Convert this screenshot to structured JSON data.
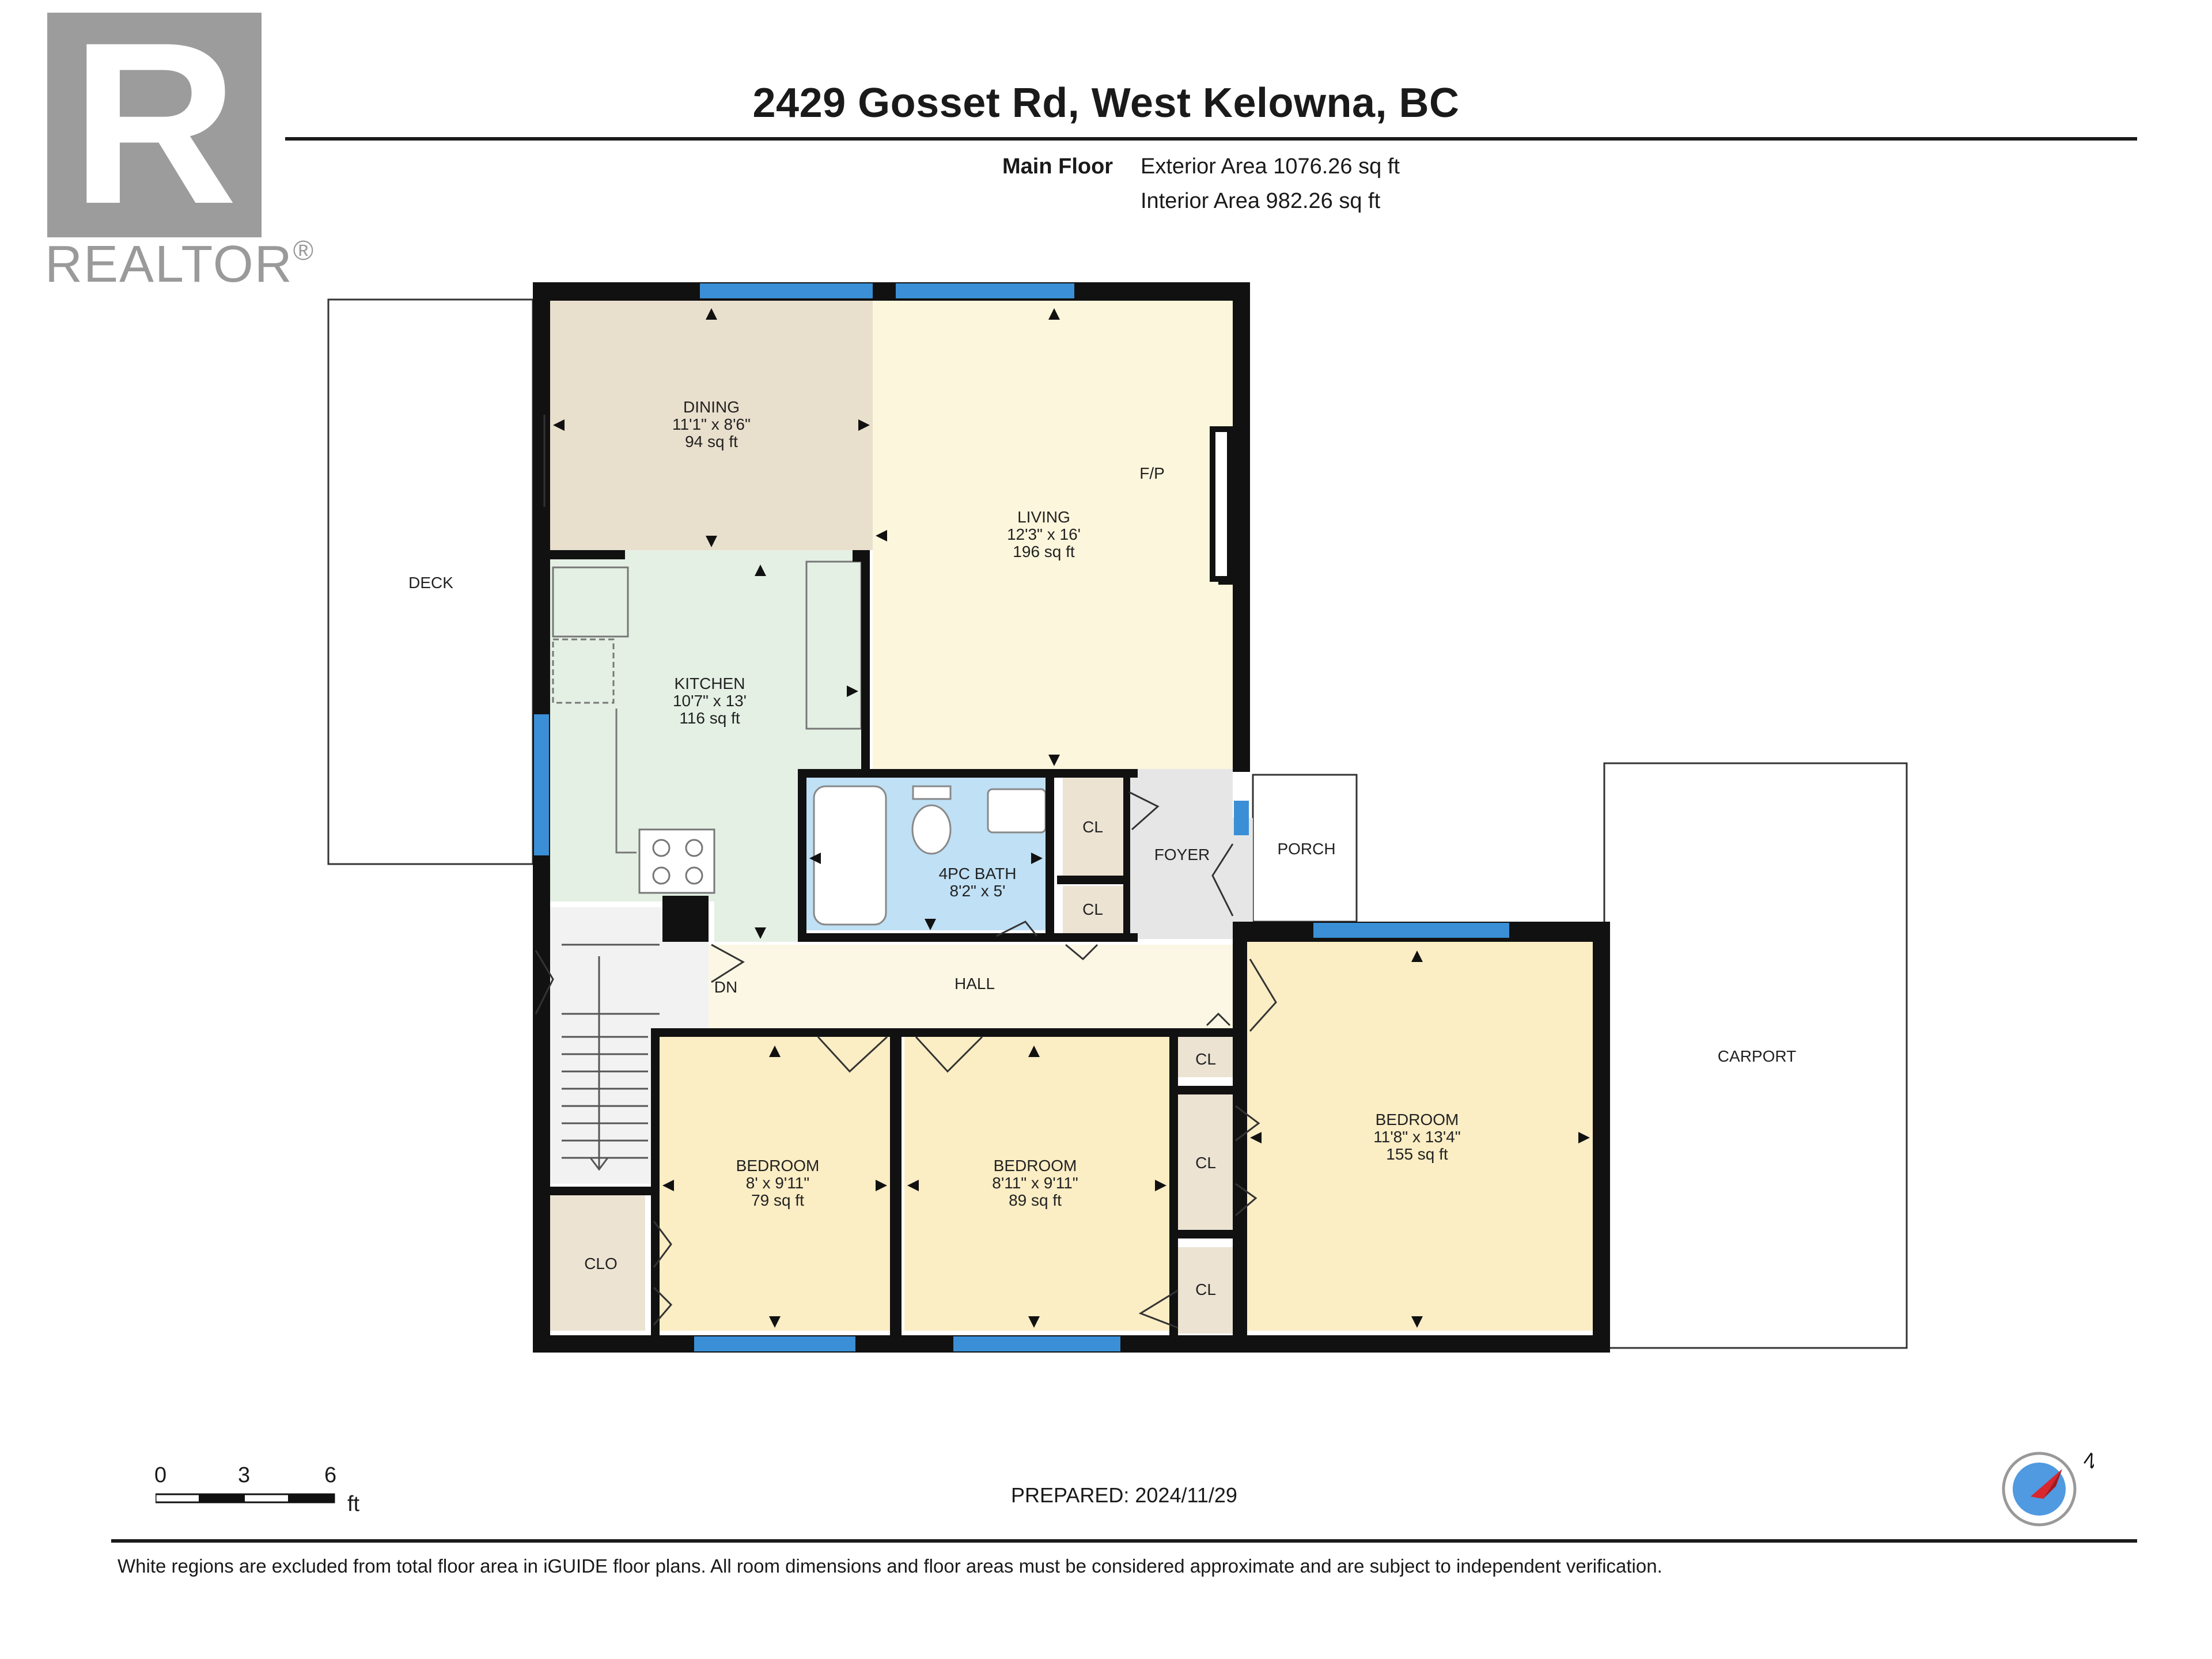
{
  "header": {
    "title": "2429 Gosset Rd, West Kelowna, BC",
    "floor": "Main Floor",
    "exterior_area": "Exterior Area 1076.26 sq ft",
    "interior_area": "Interior Area 982.26 sq ft"
  },
  "logo": {
    "wordmark": "REALTOR",
    "mark": "®",
    "letter": "R"
  },
  "rooms": [
    {
      "id": "dining",
      "name": "DINING",
      "dims": "11'1\" x 8'6\"",
      "area": "94 sq ft"
    },
    {
      "id": "living",
      "name": "LIVING",
      "dims": "12'3\" x 16'",
      "area": "196 sq ft"
    },
    {
      "id": "kitchen",
      "name": "KITCHEN",
      "dims": "10'7\" x 13'",
      "area": "116 sq ft"
    },
    {
      "id": "bath",
      "name": "4PC BATH",
      "dims": "8'2\" x 5'",
      "area": ""
    },
    {
      "id": "bed1",
      "name": "BEDROOM",
      "dims": "8' x 9'11\"",
      "area": "79 sq ft"
    },
    {
      "id": "bed2",
      "name": "BEDROOM",
      "dims": "8'11\" x 9'11\"",
      "area": "89 sq ft"
    },
    {
      "id": "bed3",
      "name": "BEDROOM",
      "dims": "11'8\" x 13'4\"",
      "area": "155 sq ft"
    }
  ],
  "labels": {
    "deck": "DECK",
    "porch": "PORCH",
    "foyer": "FOYER",
    "hall": "HALL",
    "carport": "CARPORT",
    "fp": "F/P",
    "dn": "DN",
    "cl": "CL",
    "clo": "CLO"
  },
  "scale": {
    "ticks": [
      "0",
      "3",
      "6"
    ],
    "unit": "ft"
  },
  "footer": {
    "prepared": "PREPARED: 2024/11/29",
    "disclaimer": "White regions are excluded from total floor area in iGUIDE floor plans. All room dimensions and floor areas must be considered approximate and are subject to independent verification."
  },
  "compass": {
    "label": "N"
  },
  "colors": {
    "dining": "#e9dfcd",
    "living": "#fcf6dc",
    "kitchen": "#e4f0e4",
    "bath": "#bfe0f5",
    "bedroom": "#fbedc4",
    "hall": "#fcf7e4",
    "foyer": "#e6e6e6",
    "closet": "#ece3d3",
    "wall": "#111111",
    "window": "#3b8fd6"
  }
}
